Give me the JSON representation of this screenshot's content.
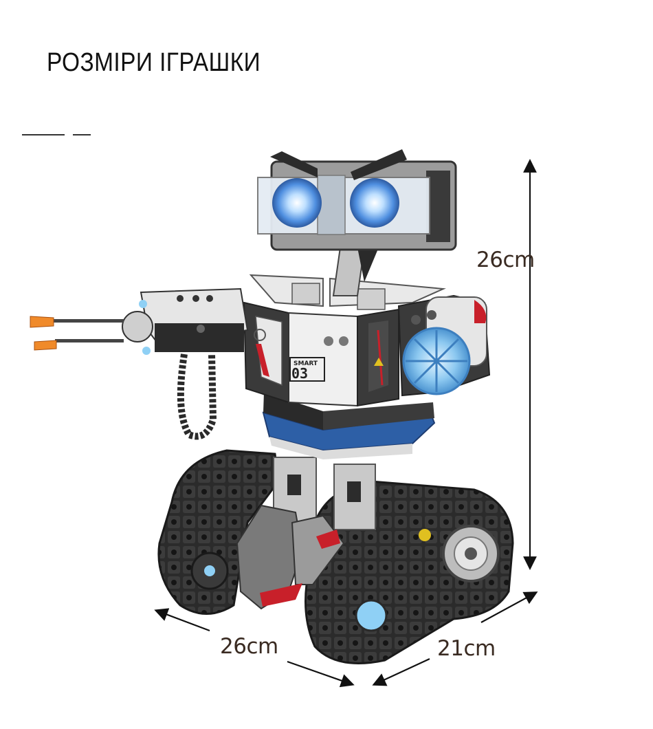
{
  "title": "РОЗМІРИ ІГРАШКИ",
  "dimensions": {
    "height": "26cm",
    "width": "26cm",
    "depth": "21cm"
  },
  "robot_labels": {
    "chest_number": "03",
    "chest_text": "SMART"
  },
  "colors": {
    "dimension_text": "#3a2b22",
    "arrow": "#111111",
    "eye_blue": "#5aa8ff",
    "stripe_blue": "#2d5fa6",
    "accent_red": "#c8202a",
    "track_dark": "#2a2a2a"
  }
}
